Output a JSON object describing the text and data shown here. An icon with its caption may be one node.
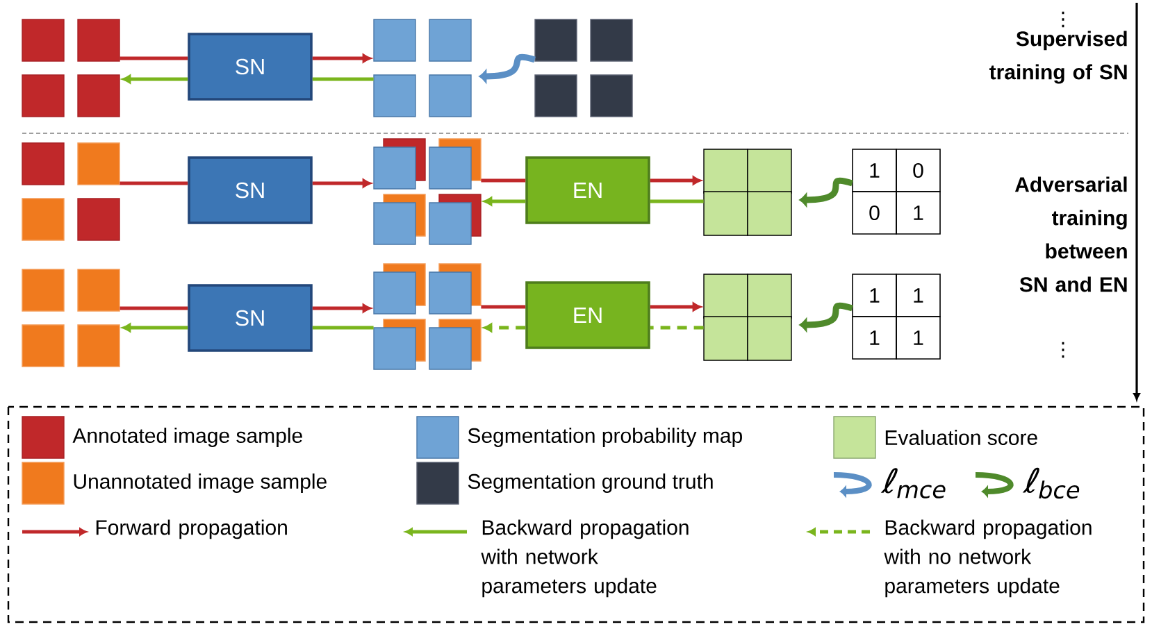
{
  "diagram": {
    "nodes": [
      {
        "text": [],
        "shape": "box"
      },
      {
        "text": [
          "SN"
        ]
      },
      {
        "text": [],
        "shape": "box"
      },
      {
        "text": [],
        "shape": "box"
      },
      {
        "text": [],
        "shape": "box"
      },
      {
        "text": [
          "SN"
        ]
      },
      {
        "text": [],
        "shape": "box"
      },
      {
        "text": [
          "EN"
        ]
      },
      {
        "text": [],
        "shape": "box"
      },
      {
        "text": [
          "1",
          "0",
          "0",
          "1"
        ]
      },
      {
        "text": [],
        "shape": "box"
      },
      {
        "text": [
          "SN"
        ]
      },
      {
        "text": [],
        "shape": "box"
      },
      {
        "text": [
          "EN"
        ]
      },
      {
        "text": [],
        "shape": "box"
      },
      {
        "text": [
          "1",
          "1",
          "1",
          "1"
        ]
      }
    ],
    "edges": [
      {
        "from": 0,
        "to": 1,
        "arrow": "none",
        "color": "#c0282a"
      },
      {
        "from": 1,
        "to": 2,
        "arrow": "to",
        "color": "#c0282a"
      },
      {
        "from": 2,
        "to": 1,
        "arrow": "none",
        "color": "#7ab51d"
      },
      {
        "from": 1,
        "to": 0,
        "arrow": "to",
        "color": "#7ab51d"
      },
      {
        "from": 3,
        "to": 2,
        "arrow": "to",
        "style": "thick",
        "color": "#5b8fc5"
      },
      {
        "from": 4,
        "to": 5,
        "arrow": "none",
        "color": "#c0282a"
      },
      {
        "from": 5,
        "to": 6,
        "arrow": "to",
        "color": "#c0282a"
      },
      {
        "from": 6,
        "to": 7,
        "arrow": "none",
        "color": "#c0282a"
      },
      {
        "from": 7,
        "to": 8,
        "arrow": "to",
        "color": "#c0282a"
      },
      {
        "from": 8,
        "to": 7,
        "arrow": "none",
        "color": "#7ab51d"
      },
      {
        "from": 7,
        "to": 6,
        "arrow": "to",
        "color": "#7ab51d"
      },
      {
        "from": 9,
        "to": 8,
        "arrow": "to",
        "style": "thick",
        "color": "#4f8a2b"
      },
      {
        "from": 10,
        "to": 11,
        "arrow": "none",
        "color": "#c0282a"
      },
      {
        "from": 11,
        "to": 12,
        "arrow": "to",
        "color": "#c0282a"
      },
      {
        "from": 12,
        "to": 13,
        "arrow": "none",
        "color": "#c0282a"
      },
      {
        "from": 13,
        "to": 14,
        "arrow": "to",
        "color": "#c0282a"
      },
      {
        "from": 14,
        "to": 13,
        "arrow": "none",
        "style": "dashed",
        "color": "#7ab51d"
      },
      {
        "from": 13,
        "to": 12,
        "arrow": "to",
        "style": "dashed",
        "color": "#7ab51d"
      },
      {
        "from": 12,
        "to": 11,
        "arrow": "none",
        "color": "#7ab51d"
      },
      {
        "from": 11,
        "to": 10,
        "arrow": "to",
        "color": "#7ab51d"
      },
      {
        "from": 15,
        "to": 14,
        "arrow": "to",
        "style": "thick",
        "color": "#4f8a2b"
      }
    ],
    "labels": [
      "⋮",
      "Supervised training of SN",
      "Adversarial training between SN and EN",
      "⋮"
    ],
    "legend": [
      {
        "text": "Annotated image sample",
        "color": "#c0282a"
      },
      {
        "text": "Segmentation probability map",
        "color": "#6fa3d5"
      },
      {
        "text": "Evaluation score",
        "color": "#c5e49a"
      },
      {
        "text": "Unannotated image sample",
        "color": "#f07a1e"
      },
      {
        "text": "Segmentation ground truth",
        "color": "#333a48"
      },
      {
        "text": "ℓ$_{mce}$"
      },
      {
        "text": "ℓ$_{bce}$"
      },
      {
        "text": "Forward propagation"
      },
      {
        "text": "Backward propagation with network parameters update"
      },
      {
        "text": "Backward propagation with no network parameters update"
      }
    ]
  }
}
